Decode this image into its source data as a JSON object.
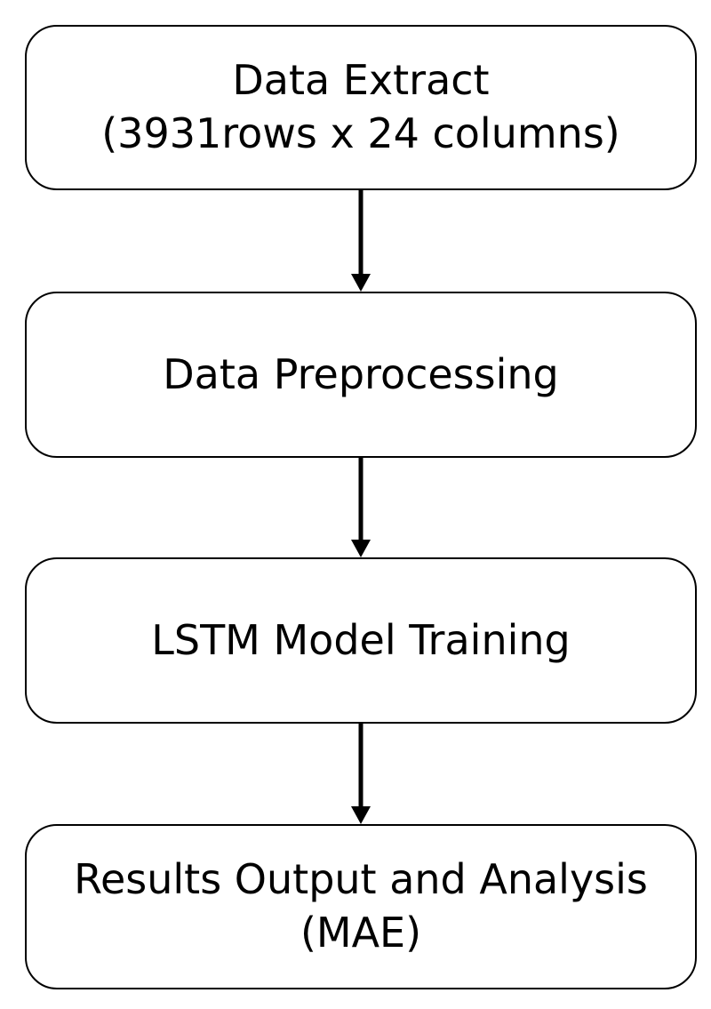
{
  "steps": [
    {
      "lines": [
        "Data Extract",
        "(3931rows x 24 columns)"
      ]
    },
    {
      "lines": [
        "Data Preprocessing"
      ]
    },
    {
      "lines": [
        "LSTM Model Training"
      ]
    },
    {
      "lines": [
        "Results Output and Analysis",
        "(MAE)"
      ]
    }
  ],
  "colors": {
    "stroke": "#000000",
    "background": "#ffffff"
  }
}
